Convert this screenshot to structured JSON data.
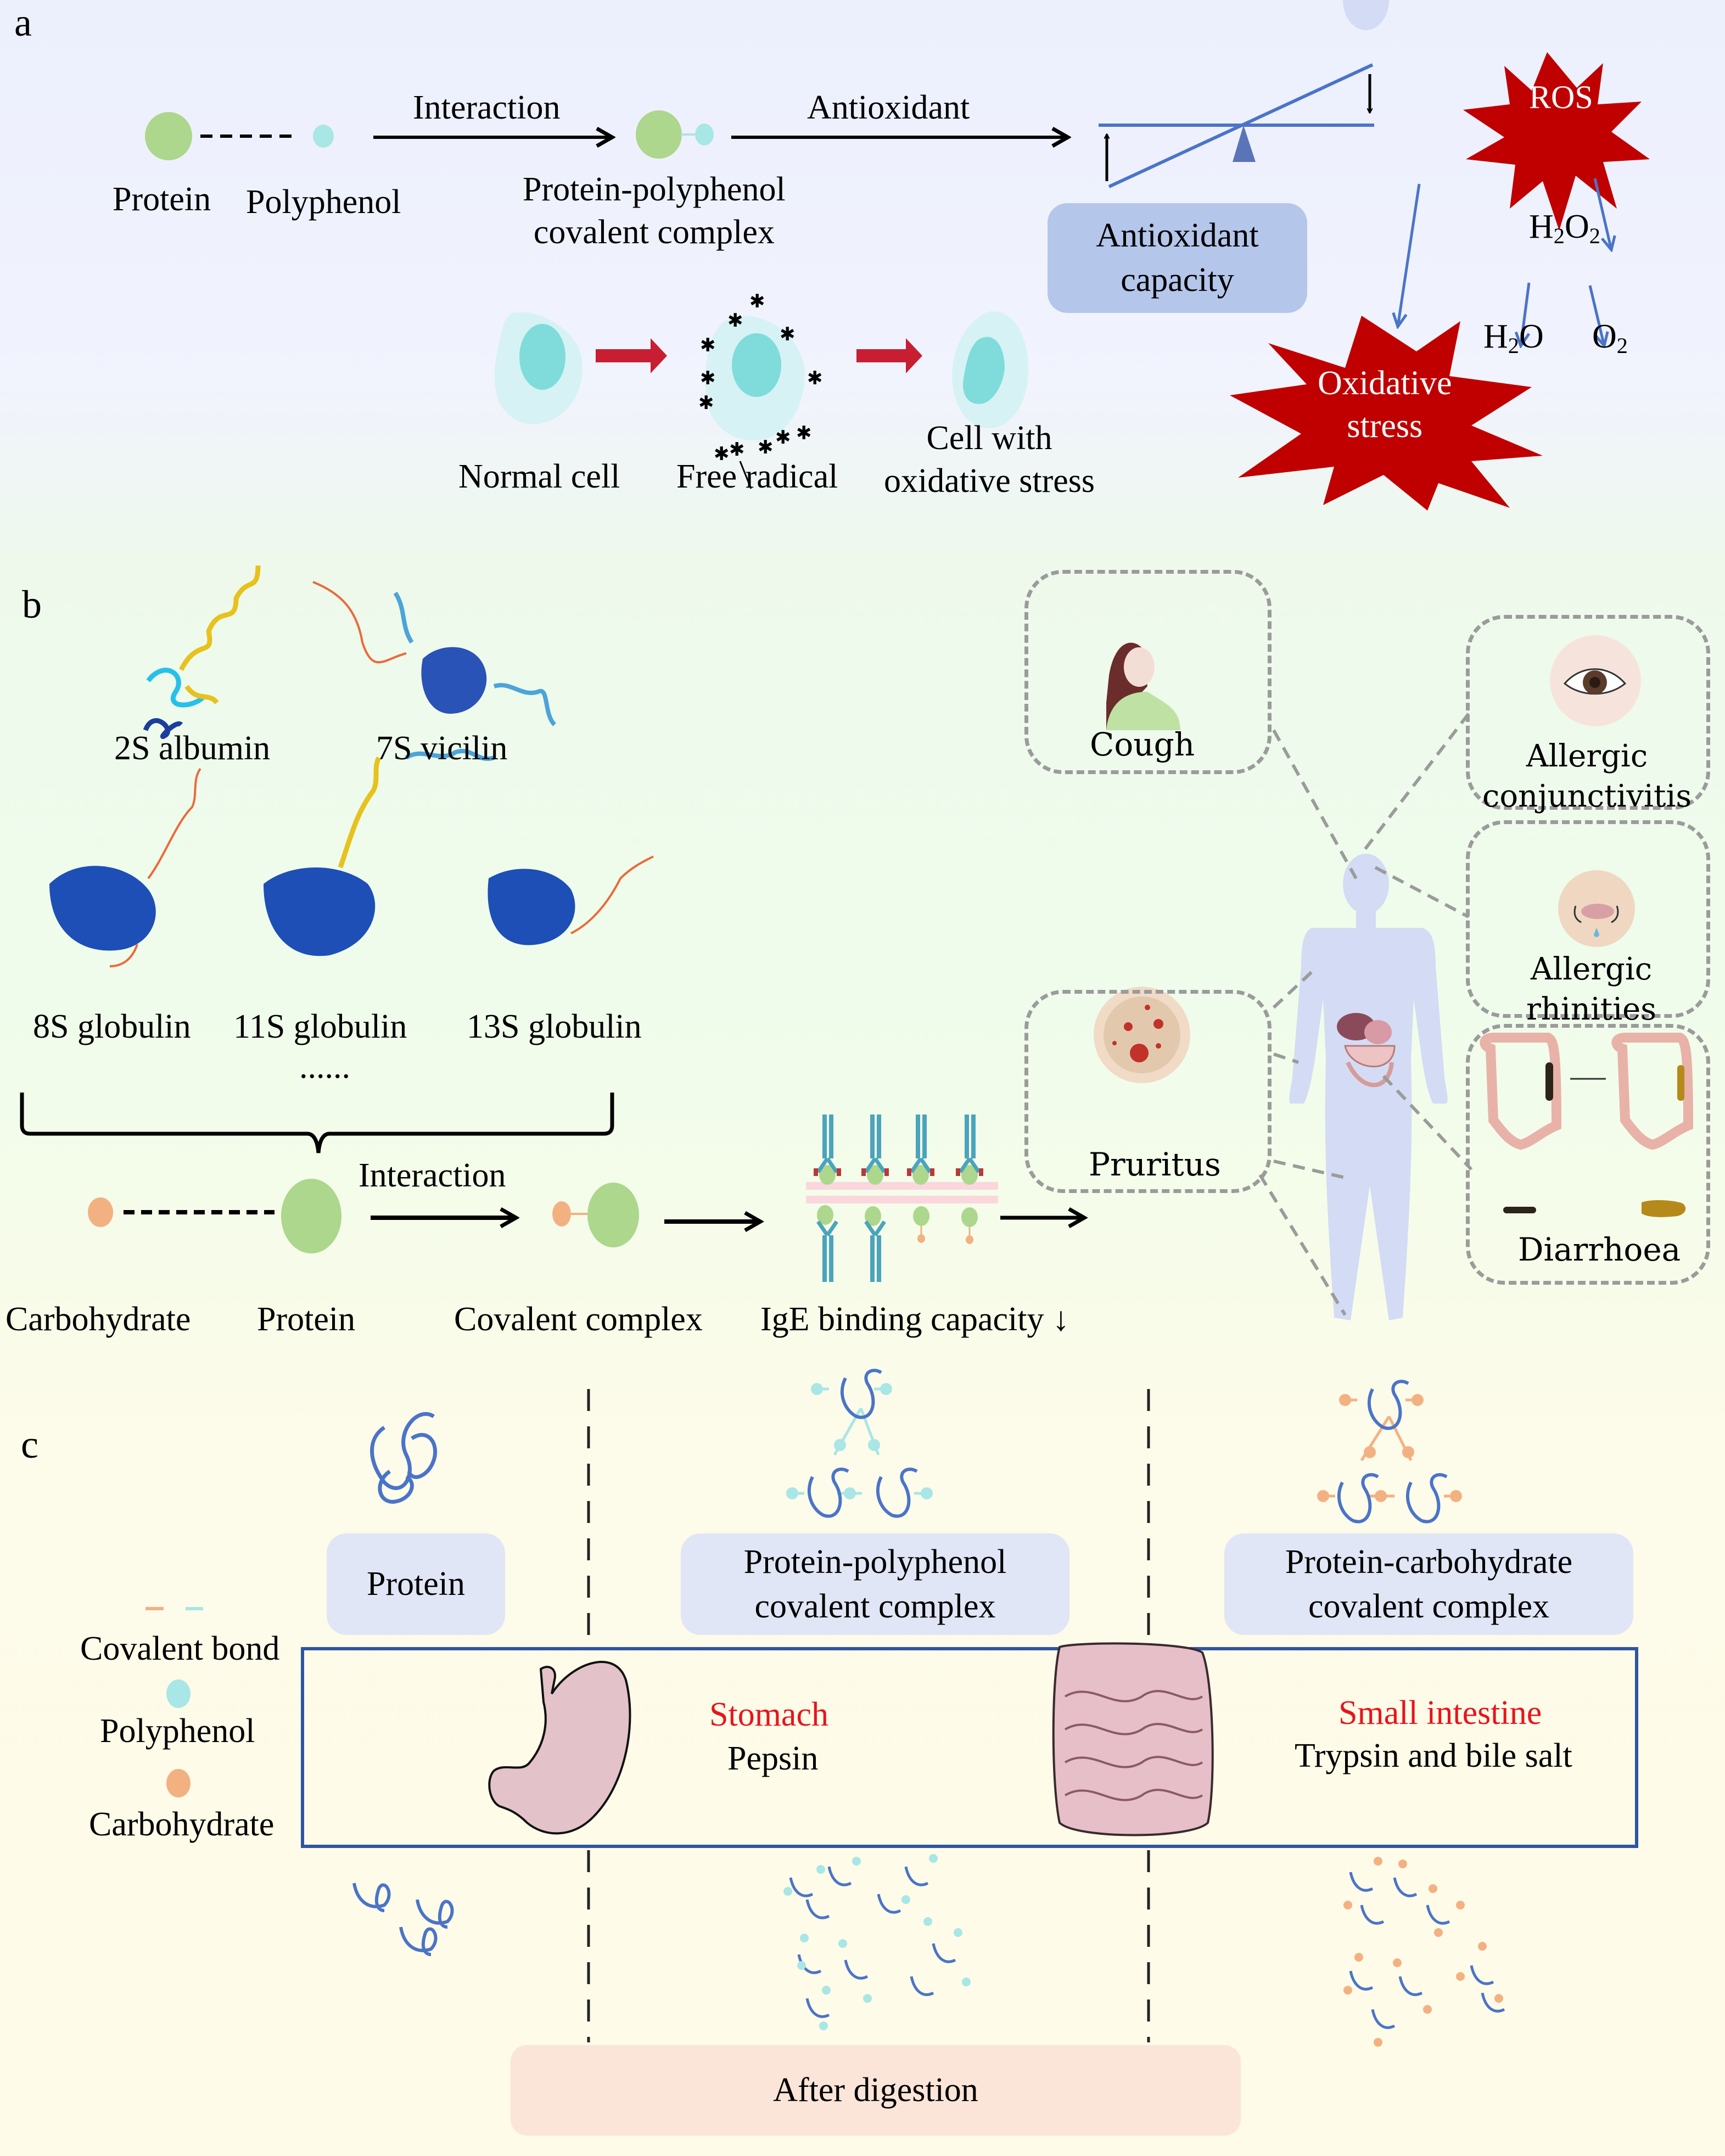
{
  "panel_a": {
    "letter": "a",
    "protein": "Protein",
    "polyphenol": "Polyphenol",
    "interaction": "Interaction",
    "antioxidant": "Antioxidant",
    "complex_line1": "Protein-polyphenol",
    "complex_line2": "covalent complex",
    "antioxidant_capacity_line1": "Antioxidant",
    "antioxidant_capacity_line2": "capacity",
    "ros": "ROS",
    "h2o2_main": "H",
    "h2o2_sub1": "2",
    "h2o2_mid": "O",
    "h2o2_sub2": "2",
    "h2o_main": "H",
    "h2o_sub": "2",
    "h2o_end": "O",
    "o2_main": "O",
    "o2_sub": "2",
    "oxidative_stress_line1": "Oxidative",
    "oxidative_stress_line2": "stress",
    "normal_cell": "Normal cell",
    "free_radical": "Free radical",
    "cell_stress_line1": "Cell with",
    "cell_stress_line2": "oxidative stress"
  },
  "panel_b": {
    "letter": "b",
    "proteins": [
      "2S albumin",
      "7S vicilin",
      "8S globulin",
      "11S globulin",
      "13S globulin"
    ],
    "ellipsis": "......",
    "interaction": "Interaction",
    "carbohydrate": "Carbohydrate",
    "protein": "Protein",
    "covalent_complex": "Covalent complex",
    "ige_binding": "IgE binding capacity ↓",
    "symptoms": {
      "cough": "Cough",
      "conjunctivitis_line1": "Allergic",
      "conjunctivitis_line2": "conjunctivitis",
      "rhinities_line1": "Allergic",
      "rhinities_line2": "rhinities",
      "pruritus": "Pruritus",
      "diarrhoea": "Diarrhoea"
    }
  },
  "panel_c": {
    "letter": "c",
    "columns": [
      {
        "label_line1": "Protein",
        "label_line2": ""
      },
      {
        "label_line1": "Protein-polyphenol",
        "label_line2": "covalent complex"
      },
      {
        "label_line1": "Protein-carbohydrate",
        "label_line2": "covalent complex"
      }
    ],
    "legend": {
      "covalent_bond": "Covalent bond",
      "polyphenol": "Polyphenol",
      "carbohydrate": "Carbohydrate"
    },
    "stomach_title": "Stomach",
    "stomach_enzyme": "Pepsin",
    "intestine_title": "Small intestine",
    "intestine_enzyme": "Trypsin and bile salt",
    "after_digestion": "After digestion"
  },
  "colors": {
    "protein_green": "#acd78c",
    "polyphenol_cyan": "#a9e6e6",
    "carbohydrate_orange": "#f3b182",
    "ros_red": "#c00000",
    "arrow_blue": "#4a74c8",
    "label_red": "#e8141b",
    "box_blue": "#b4c6ea",
    "frame_blue": "#2e55a0"
  }
}
